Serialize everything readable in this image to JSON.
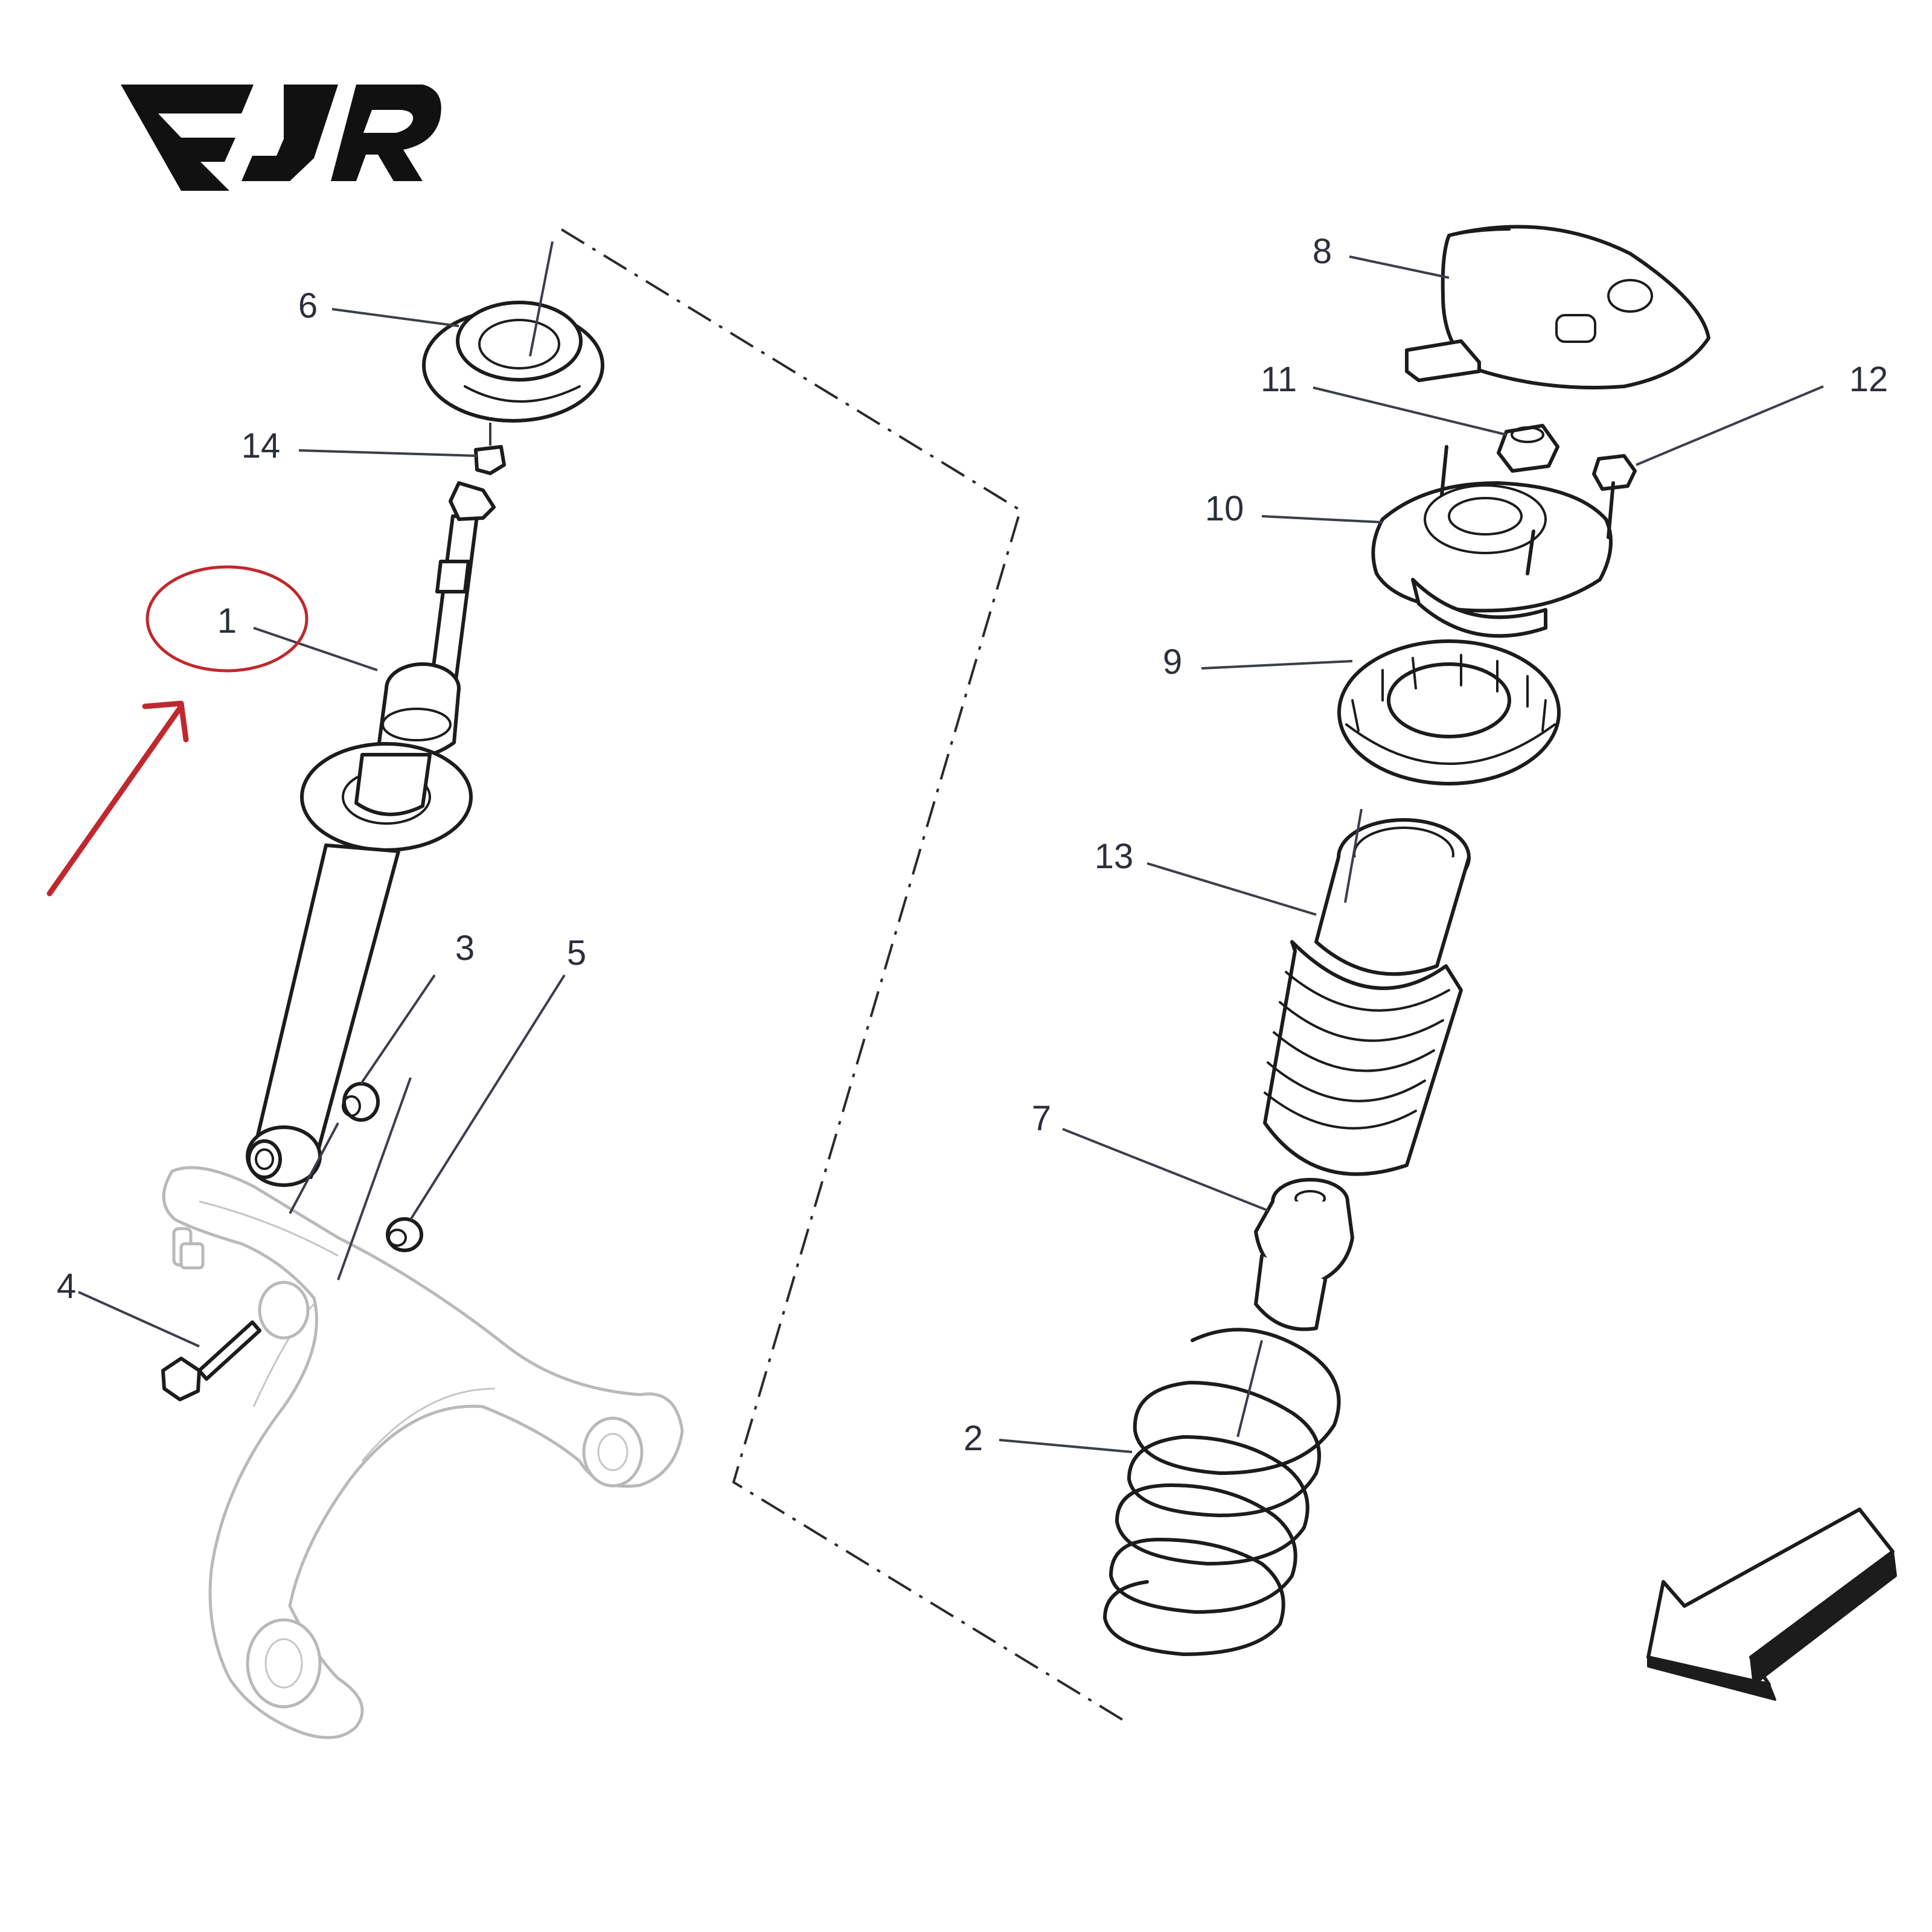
{
  "logo": {
    "text": "FJR"
  },
  "colors": {
    "ink": "#1c1c1c",
    "label": "#2a2f3a",
    "highlight": "#c0282d",
    "ghost": "#b9b9b9"
  },
  "highlight": {
    "circled_callout": "1",
    "arrow_icon": "red-arrow-icon"
  },
  "orientation_icon": "direction-arrow-icon",
  "callouts": [
    {
      "id": "c1",
      "text": "1"
    },
    {
      "id": "c2",
      "text": "2"
    },
    {
      "id": "c3",
      "text": "3"
    },
    {
      "id": "c4",
      "text": "4"
    },
    {
      "id": "c5",
      "text": "5"
    },
    {
      "id": "c6",
      "text": "6"
    },
    {
      "id": "c7",
      "text": "7"
    },
    {
      "id": "c8",
      "text": "8"
    },
    {
      "id": "c9",
      "text": "9"
    },
    {
      "id": "c10",
      "text": "10"
    },
    {
      "id": "c11",
      "text": "11"
    },
    {
      "id": "c12",
      "text": "12"
    },
    {
      "id": "c13",
      "text": "13"
    },
    {
      "id": "c14",
      "text": "14"
    }
  ]
}
